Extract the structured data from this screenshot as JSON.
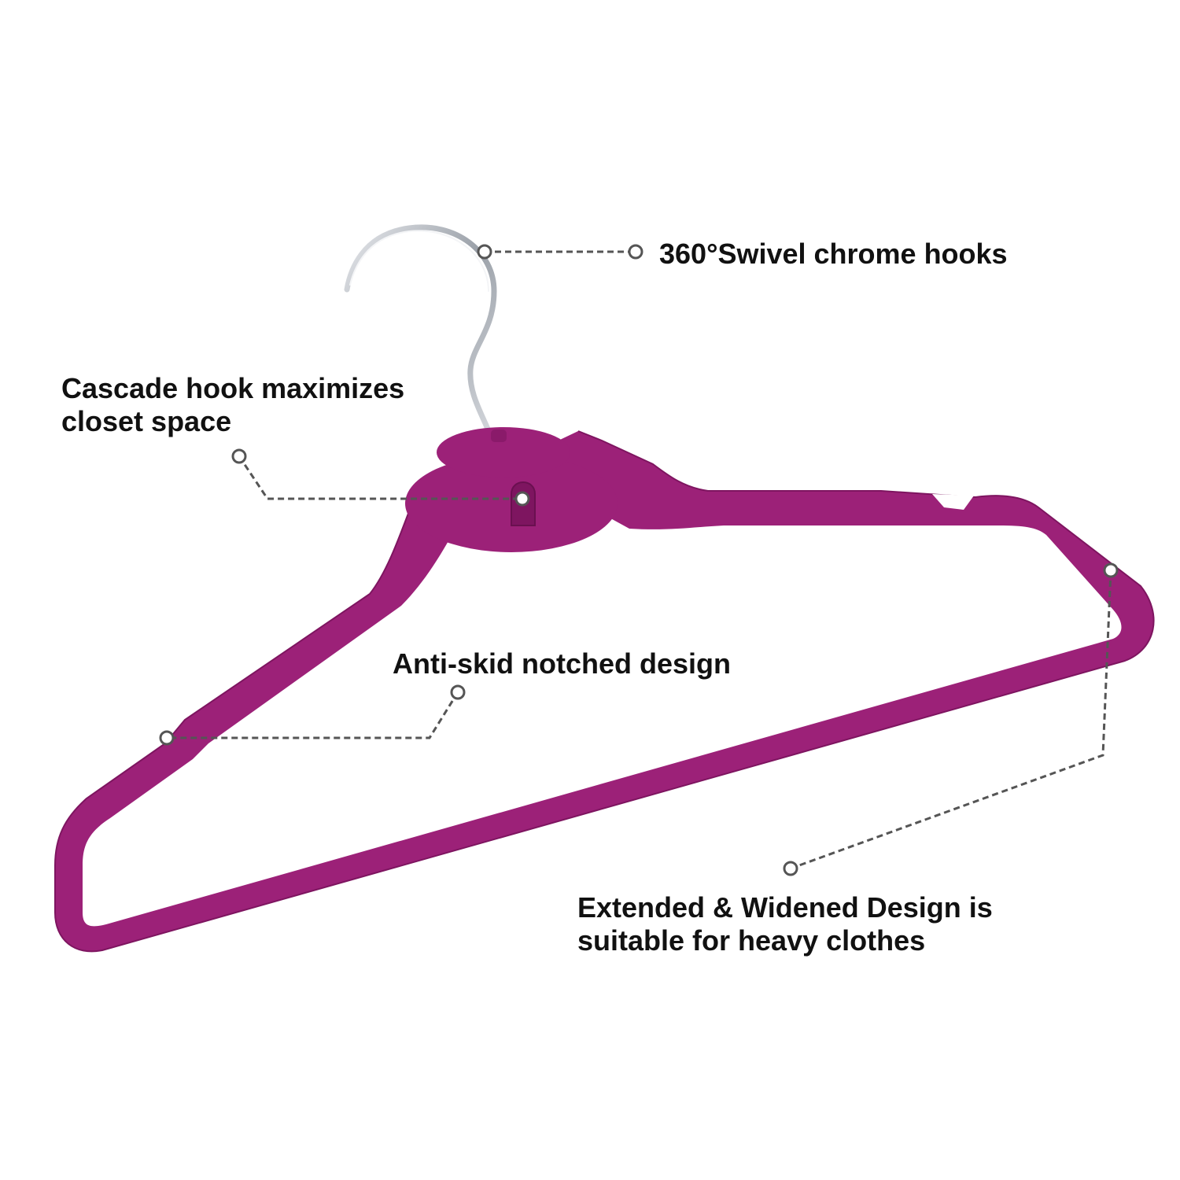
{
  "colors": {
    "hanger_velvet": "#9c2178",
    "hanger_shadow": "#7e1560",
    "hook_chrome": "#b9bdc4",
    "leader_line": "#555555",
    "text": "#111111"
  },
  "product": {
    "name": "velvet clothes hanger",
    "icon": "hanger-icon"
  },
  "callouts": {
    "swivel_hook": {
      "lines": [
        "360°Swivel chrome hooks"
      ]
    },
    "cascade_hook": {
      "lines": [
        "Cascade hook maximizes",
        "closet space"
      ]
    },
    "anti_skid": {
      "lines": [
        "Anti-skid notched design"
      ]
    },
    "extended_design": {
      "lines": [
        "Extended & Widened Design is",
        "suitable for heavy clothes"
      ]
    }
  }
}
